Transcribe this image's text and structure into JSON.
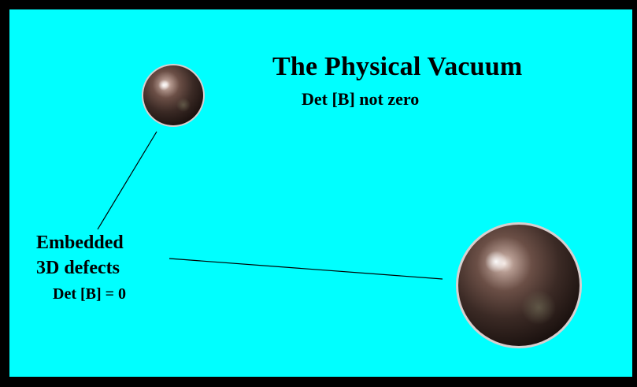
{
  "diagram": {
    "title": "The Physical Vacuum",
    "subtitle": "Det [B] not zero",
    "defect_label_line1": "Embedded",
    "defect_label_line2": "3D defects",
    "defect_condition": "Det [B] = 0",
    "colors": {
      "background": "#00FFFF",
      "frame": "#000000",
      "sphere": "#3a2a24",
      "text": "#000000"
    }
  }
}
